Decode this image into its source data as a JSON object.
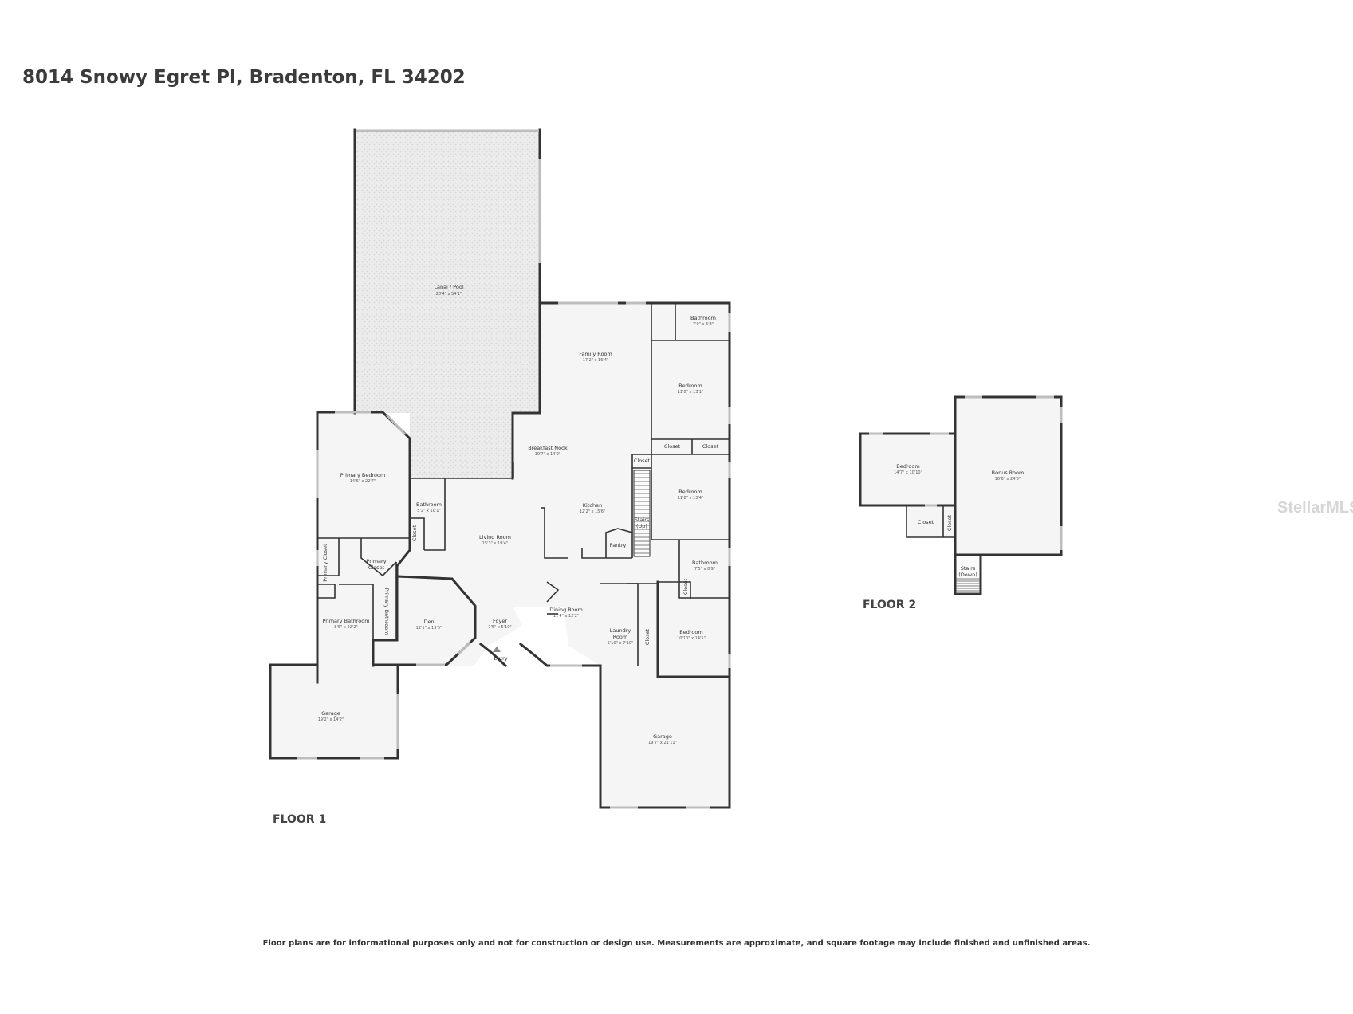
{
  "address": "8014 Snowy Egret Pl, Bradenton, FL 34202",
  "floors": [
    {
      "label": "FLOOR 1",
      "rooms": [
        {
          "id": "lanai",
          "name": "Lanai / Pool",
          "dims": "28'4\" x 54'1\""
        },
        {
          "id": "family",
          "name": "Family Room",
          "dims": "17'2\" x 16'4\""
        },
        {
          "id": "bath_ne",
          "name": "Bathroom",
          "dims": "7'9\" x 5'3\""
        },
        {
          "id": "bed_ne",
          "name": "Bedroom",
          "dims": "11'8\" x 13'1\""
        },
        {
          "id": "closet_a",
          "name": "Closet",
          "dims": ""
        },
        {
          "id": "closet_b",
          "name": "Closet",
          "dims": ""
        },
        {
          "id": "breakfast",
          "name": "Breakfast Nook",
          "dims": "10'7\" x 14'9\""
        },
        {
          "id": "closet_c",
          "name": "Closet",
          "dims": ""
        },
        {
          "id": "primary_bed",
          "name": "Primary Bedroom",
          "dims": "14'6\" x 22'7\""
        },
        {
          "id": "bath_mid",
          "name": "Bathroom",
          "dims": "5'2\" x 10'1\""
        },
        {
          "id": "kitchen",
          "name": "Kitchen",
          "dims": "12'2\" x 15'6\""
        },
        {
          "id": "bed_e",
          "name": "Bedroom",
          "dims": "11'8\" x 13'4\""
        },
        {
          "id": "stairs_up",
          "name": "Stairs (Up)",
          "dims": ""
        },
        {
          "id": "closet_d",
          "name": "Closet",
          "dims": ""
        },
        {
          "id": "living",
          "name": "Living Room",
          "dims": "15'3\" x 19'4\""
        },
        {
          "id": "pantry",
          "name": "Pantry",
          "dims": ""
        },
        {
          "id": "primary_closet_1",
          "name": "Primary Closet",
          "dims": ""
        },
        {
          "id": "primary_closet_2",
          "name": "Primary Closet",
          "dims": ""
        },
        {
          "id": "bath_e",
          "name": "Bathroom",
          "dims": "7'5\" x 8'9\""
        },
        {
          "id": "closet_e",
          "name": "Closet",
          "dims": ""
        },
        {
          "id": "primary_bathroom_v",
          "name": "Primary Bathroom",
          "dims": ""
        },
        {
          "id": "primary_bath",
          "name": "Primary Bathroom",
          "dims": "8'5\" x 22'2\""
        },
        {
          "id": "den",
          "name": "Den",
          "dims": "12'1\" x 13'3\""
        },
        {
          "id": "foyer",
          "name": "Foyer",
          "dims": "7'5\" x 5'10\""
        },
        {
          "id": "dining",
          "name": "Dining Room",
          "dims": "11'4\" x 12'2\""
        },
        {
          "id": "laundry",
          "name": "Laundry Room",
          "dims": "5'10\" x 7'10\""
        },
        {
          "id": "closet_f",
          "name": "Closet",
          "dims": ""
        },
        {
          "id": "bed_se",
          "name": "Bedroom",
          "dims": "10'10\" x 14'5\""
        },
        {
          "id": "entry",
          "name": "Entry",
          "dims": ""
        },
        {
          "id": "garage_w",
          "name": "Garage",
          "dims": "19'2\" x 14'2\""
        },
        {
          "id": "garage_e",
          "name": "Garage",
          "dims": "19'7\" x 21'11\""
        }
      ]
    },
    {
      "label": "FLOOR 2",
      "rooms": [
        {
          "id": "f2_bed",
          "name": "Bedroom",
          "dims": "14'7\" x 10'10\""
        },
        {
          "id": "f2_bonus",
          "name": "Bonus Room",
          "dims": "16'6\" x 24'5\""
        },
        {
          "id": "f2_closet_1",
          "name": "Closet",
          "dims": ""
        },
        {
          "id": "f2_closet_2",
          "name": "Closet",
          "dims": ""
        },
        {
          "id": "f2_stairs",
          "name": "Stairs (Down)",
          "dims": ""
        }
      ]
    }
  ],
  "disclaimer": "Floor plans are for informational purposes only and not for construction or design use. Measurements are approximate, and square footage may include finished and unfinished areas.",
  "watermark": "StellarMLS",
  "colors": {
    "wall": "#333333",
    "floor_fill": "#f5f5f5",
    "lanai_fill": "#e9e9e9",
    "window": "#bdbdbd"
  }
}
